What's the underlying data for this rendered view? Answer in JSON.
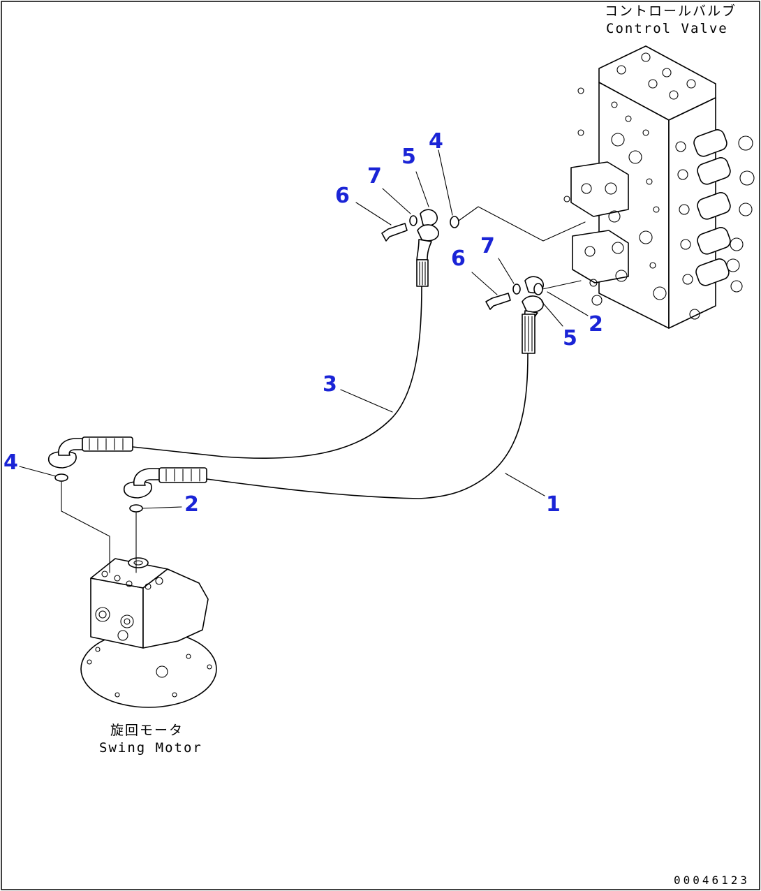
{
  "labels": {
    "control_valve_jp": "コントロールバルブ",
    "control_valve_en": "Control Valve",
    "swing_motor_jp": "旋回モータ",
    "swing_motor_en": "Swing Motor"
  },
  "drawing_id": "00046123",
  "callouts": {
    "upper_fitting_bolt": "6",
    "upper_fitting_washer": "7",
    "upper_fitting_flange": "5",
    "upper_fitting_oring": "4",
    "lower_fitting_bolt": "6",
    "lower_fitting_washer": "7",
    "lower_fitting_flange": "5",
    "lower_fitting_oring": "2",
    "hose_3": "3",
    "hose_1": "1",
    "motor_oring_4": "4",
    "motor_oring_2": "2"
  },
  "colors": {
    "callout": "#1a24d6",
    "line": "#000000"
  }
}
